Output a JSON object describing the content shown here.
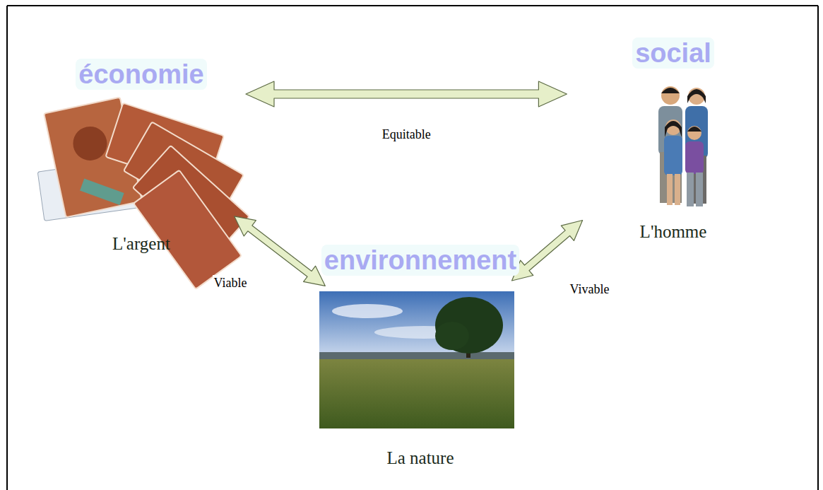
{
  "diagram": {
    "nodes": [
      {
        "text": [
          "économie",
          "L'argent"
        ]
      },
      {
        "text": [
          "social",
          "L'homme"
        ]
      },
      {
        "text": [
          "environnement",
          "La nature"
        ]
      }
    ],
    "edges": [
      {
        "from": 0,
        "to": 1,
        "arrow": "both",
        "label": "Equitable"
      },
      {
        "from": 0,
        "to": 2,
        "arrow": "both",
        "label": "Viable"
      },
      {
        "from": 1,
        "to": 2,
        "arrow": "both",
        "label": "Vivable"
      }
    ]
  }
}
